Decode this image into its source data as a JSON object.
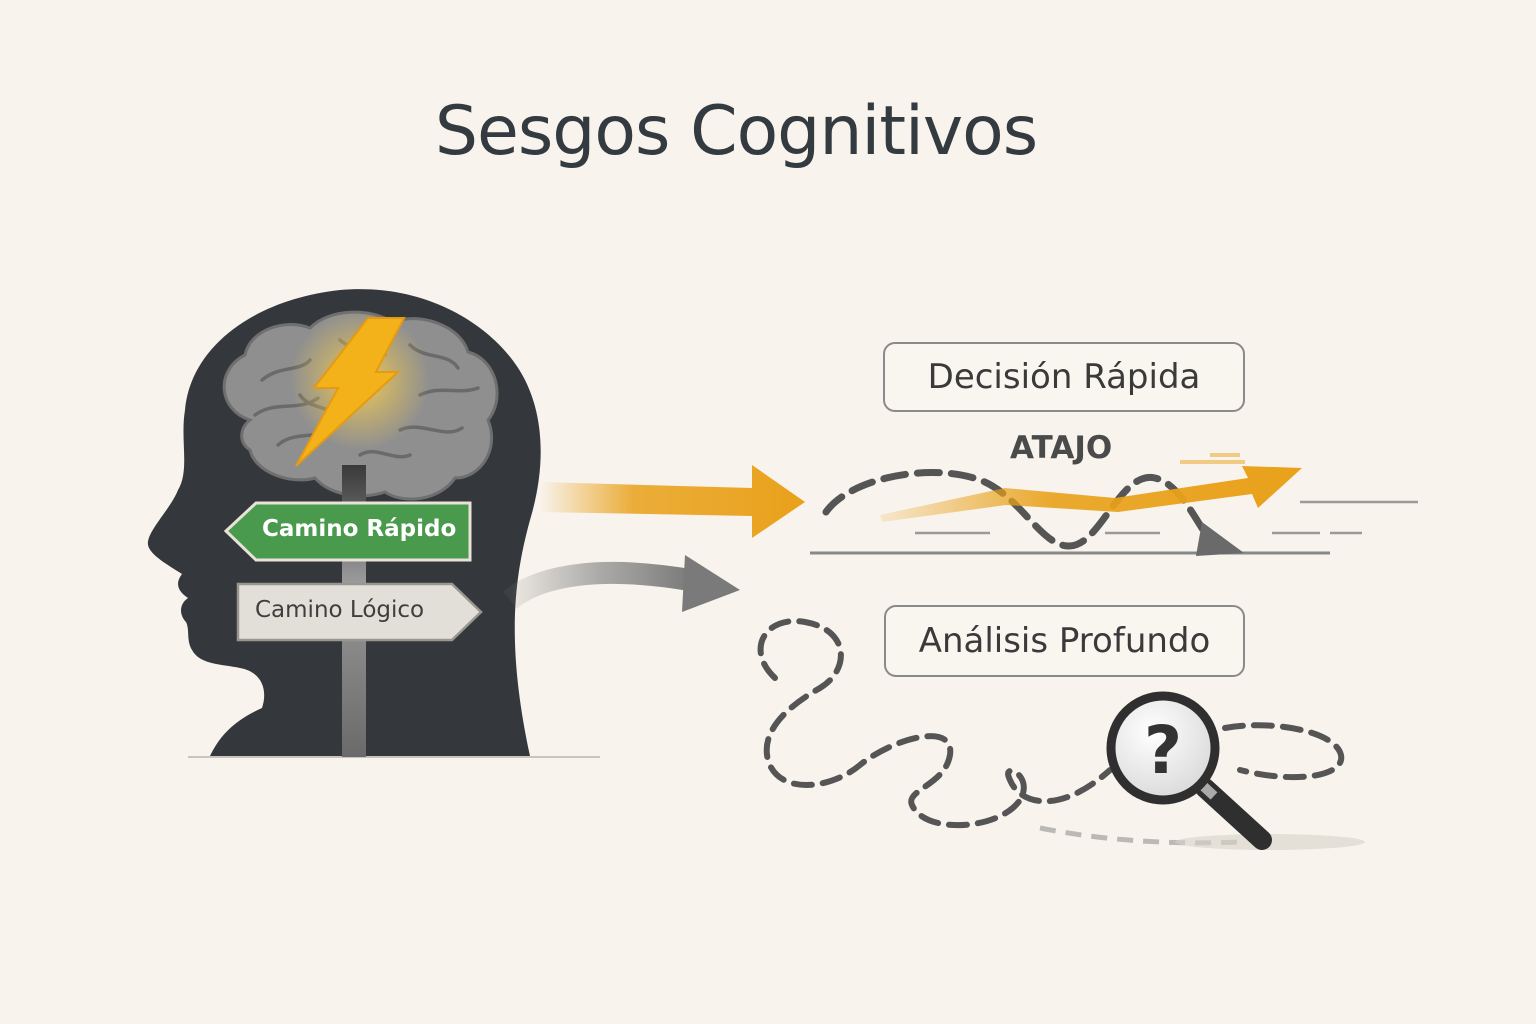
{
  "title": "Sesgos Cognitivos",
  "signpost": {
    "fast_path": "Camino Rápido",
    "logical_path": "Camino Lógico"
  },
  "routes": {
    "fast_decision": "Decisión Rápida",
    "shortcut": "ATAJO",
    "deep_analysis": "Análisis Profundo"
  },
  "icons": {
    "lightning": "lightning-bolt-icon",
    "brain": "brain-icon",
    "magnifier": "magnifying-glass-question-icon"
  },
  "colors": {
    "background": "#f8f3ec",
    "head": "#34383d",
    "brain": "#8f8f8f",
    "accent": "#e9a11a",
    "fast_sign": "#4a9a4e",
    "logic_sign": "#e2dfd8",
    "dashed_path": "#555555"
  }
}
